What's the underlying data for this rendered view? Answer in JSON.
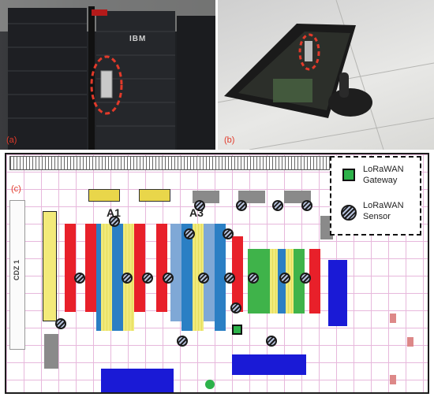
{
  "panels": {
    "a": {
      "label": "(a)",
      "logo": "IBM"
    },
    "b": {
      "label": "(b)"
    },
    "c": {
      "label": "(c)"
    }
  },
  "floorplan": {
    "row_labels": [
      "A1",
      "A3"
    ],
    "cdz_label": "CDZ 1"
  },
  "legend": {
    "gateway_label": "LoRaWAN Gateway",
    "sensor_label": "LoRaWAN Sensor"
  },
  "colors": {
    "highlight": "#e23a2a",
    "gateway": "#2db24a",
    "sensor_fill": "#b6c2dd",
    "rack_red": "#e8202a",
    "rack_blue": "#2b7fc4",
    "rack_yellow": "#f0ea7a",
    "rack_green": "#3fb34a",
    "block_blue": "#1a1ad6"
  }
}
